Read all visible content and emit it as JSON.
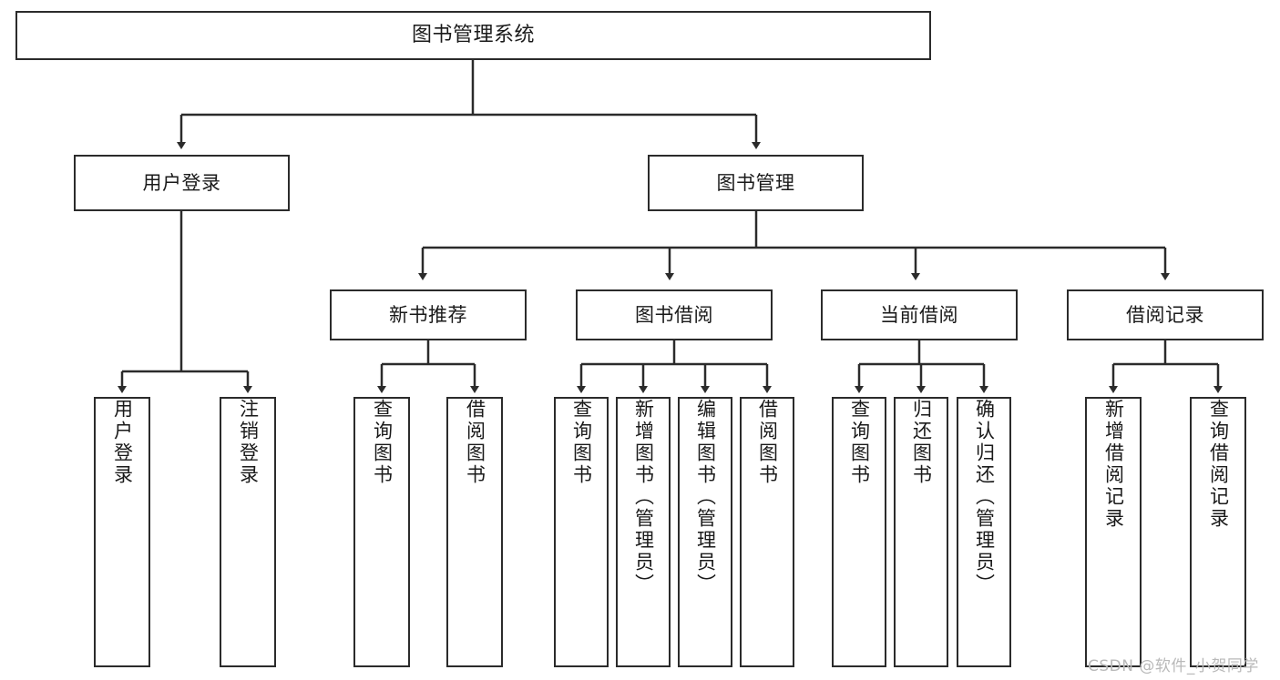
{
  "diagram": {
    "title": "图书管理系统",
    "type": "tree-hierarchy-chart",
    "orientation": "top-down",
    "colors": {
      "box_border": "#2b2b2b",
      "box_fill": "#ffffff",
      "edge": "#2b2b2b",
      "text": "#1a1a1a",
      "background": "#ffffff",
      "watermark": "#b9b9b9"
    }
  },
  "nodes": {
    "root": {
      "label": "图书管理系统"
    },
    "level1": [
      {
        "label": "用户登录"
      },
      {
        "label": "图书管理"
      }
    ],
    "level2": [
      {
        "label": "新书推荐"
      },
      {
        "label": "图书借阅"
      },
      {
        "label": "当前借阅"
      },
      {
        "label": "借阅记录"
      }
    ],
    "leaves_user_login": [
      {
        "label": "用户登录"
      },
      {
        "label": "注销登录"
      }
    ],
    "leaves_new_book": [
      {
        "label": "查询图书"
      },
      {
        "label": "借阅图书"
      }
    ],
    "leaves_borrow": [
      {
        "label": "查询图书"
      },
      {
        "label": "新增图书（管理员）"
      },
      {
        "label": "编辑图书（管理员）"
      },
      {
        "label": "借阅图书"
      }
    ],
    "leaves_current": [
      {
        "label": "查询图书"
      },
      {
        "label": "归还图书"
      },
      {
        "label": "确认归还（管理员）"
      }
    ],
    "leaves_record": [
      {
        "label": "新增借阅记录"
      },
      {
        "label": "查询借阅记录"
      }
    ]
  },
  "watermark": {
    "text": "CSDN @软件_小贺同学"
  }
}
